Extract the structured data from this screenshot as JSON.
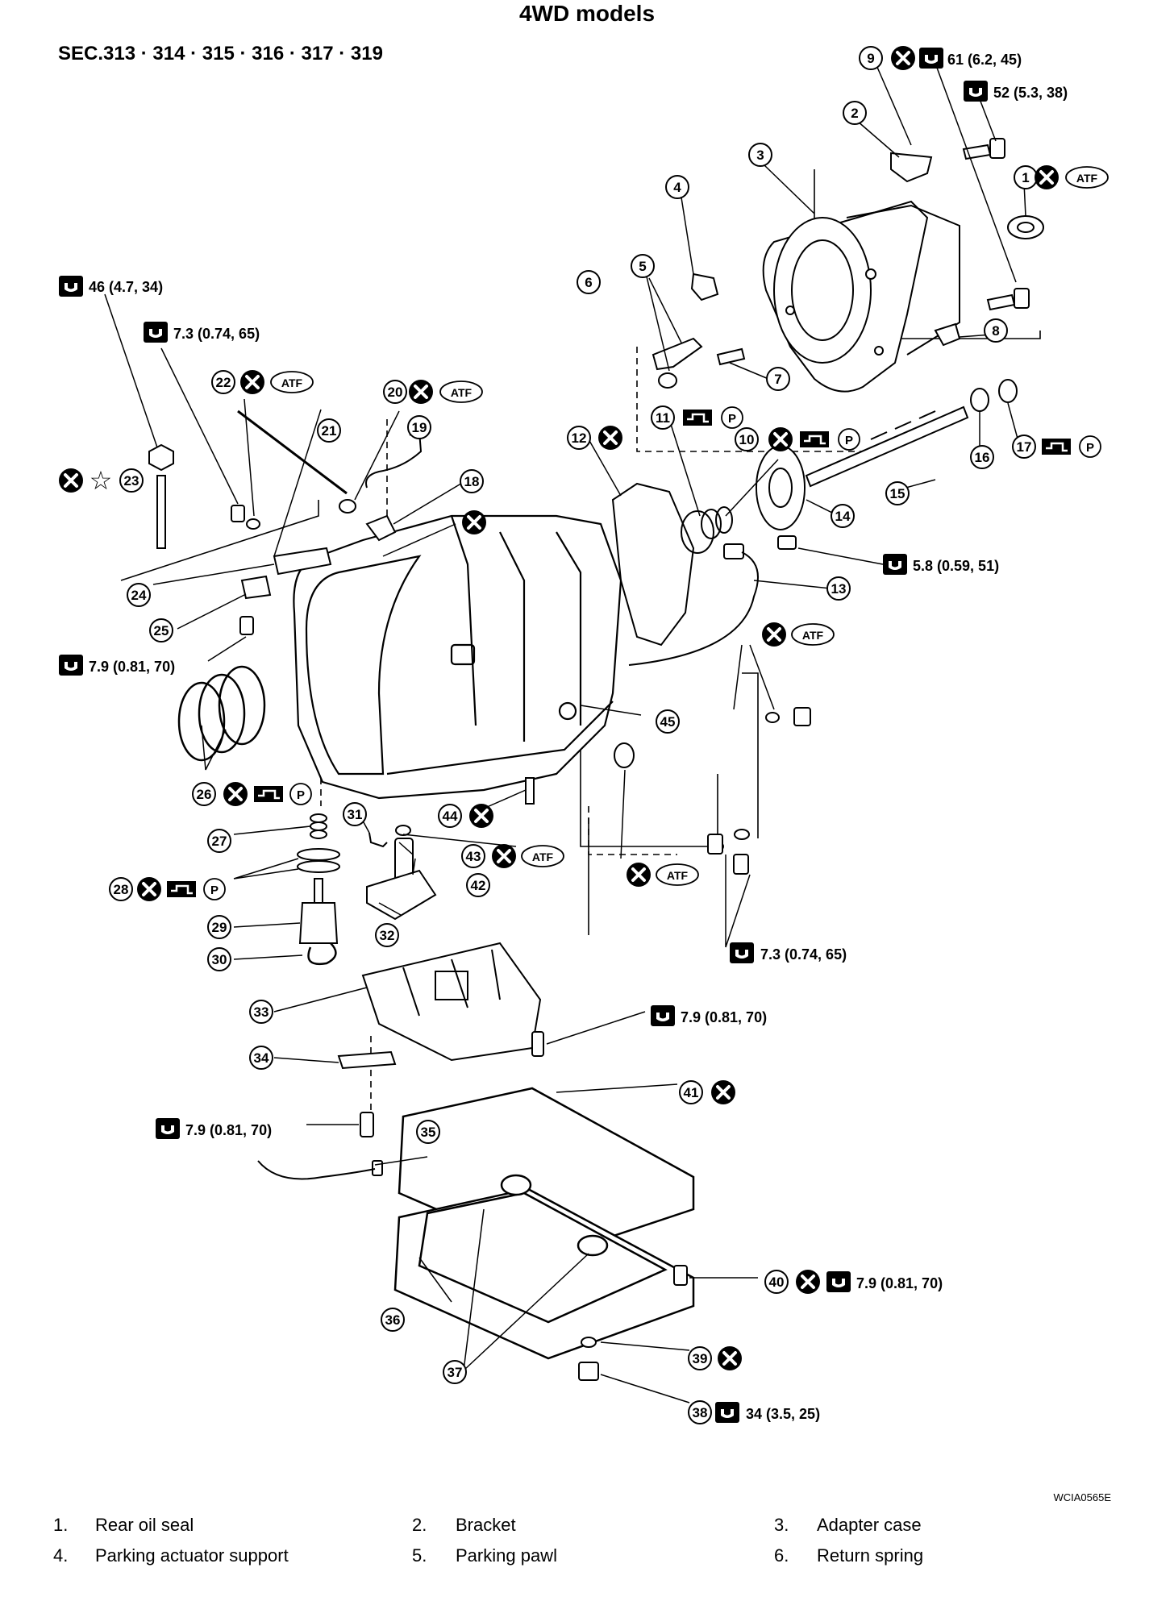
{
  "title": "4WD models",
  "section": "SEC.313 · 314 · 315 · 316 · 317 · 319",
  "figure_code": "WCIA0565E",
  "icons": {
    "atf": "ATF",
    "petroleum_jelly": "P",
    "replace_symbol": "replace-x-icon",
    "adhesive_symbol": "star-icon",
    "torque_symbol": "torque-wrench-icon",
    "grease_symbol": "grease-tube-icon"
  },
  "torques": {
    "t9": "61 (6.2, 45)",
    "t52": "52 (5.3, 38)",
    "t46": "46 (4.7, 34)",
    "t73a": "7.3 (0.74, 65)",
    "t58": "5.8 (0.59, 51)",
    "t79a": "7.9 (0.81, 70)",
    "t73b": "7.3 (0.74, 65)",
    "t79b": "7.9 (0.81, 70)",
    "t79c": "7.9 (0.81, 70)",
    "t40": "7.9 (0.81, 70)",
    "t38": "34 (3.5, 25)"
  },
  "callouts": [
    "1",
    "2",
    "3",
    "4",
    "5",
    "6",
    "7",
    "8",
    "9",
    "10",
    "11",
    "12",
    "13",
    "14",
    "15",
    "16",
    "17",
    "18",
    "19",
    "20",
    "21",
    "22",
    "23",
    "24",
    "25",
    "26",
    "27",
    "28",
    "29",
    "30",
    "31",
    "32",
    "33",
    "34",
    "35",
    "36",
    "37",
    "38",
    "39",
    "40",
    "41",
    "42",
    "43",
    "44",
    "45"
  ],
  "legend": [
    {
      "num": "1.",
      "label": "Rear oil seal"
    },
    {
      "num": "2.",
      "label": "Bracket"
    },
    {
      "num": "3.",
      "label": "Adapter case"
    },
    {
      "num": "4.",
      "label": "Parking actuator support"
    },
    {
      "num": "5.",
      "label": "Parking pawl"
    },
    {
      "num": "6.",
      "label": "Return spring"
    }
  ]
}
